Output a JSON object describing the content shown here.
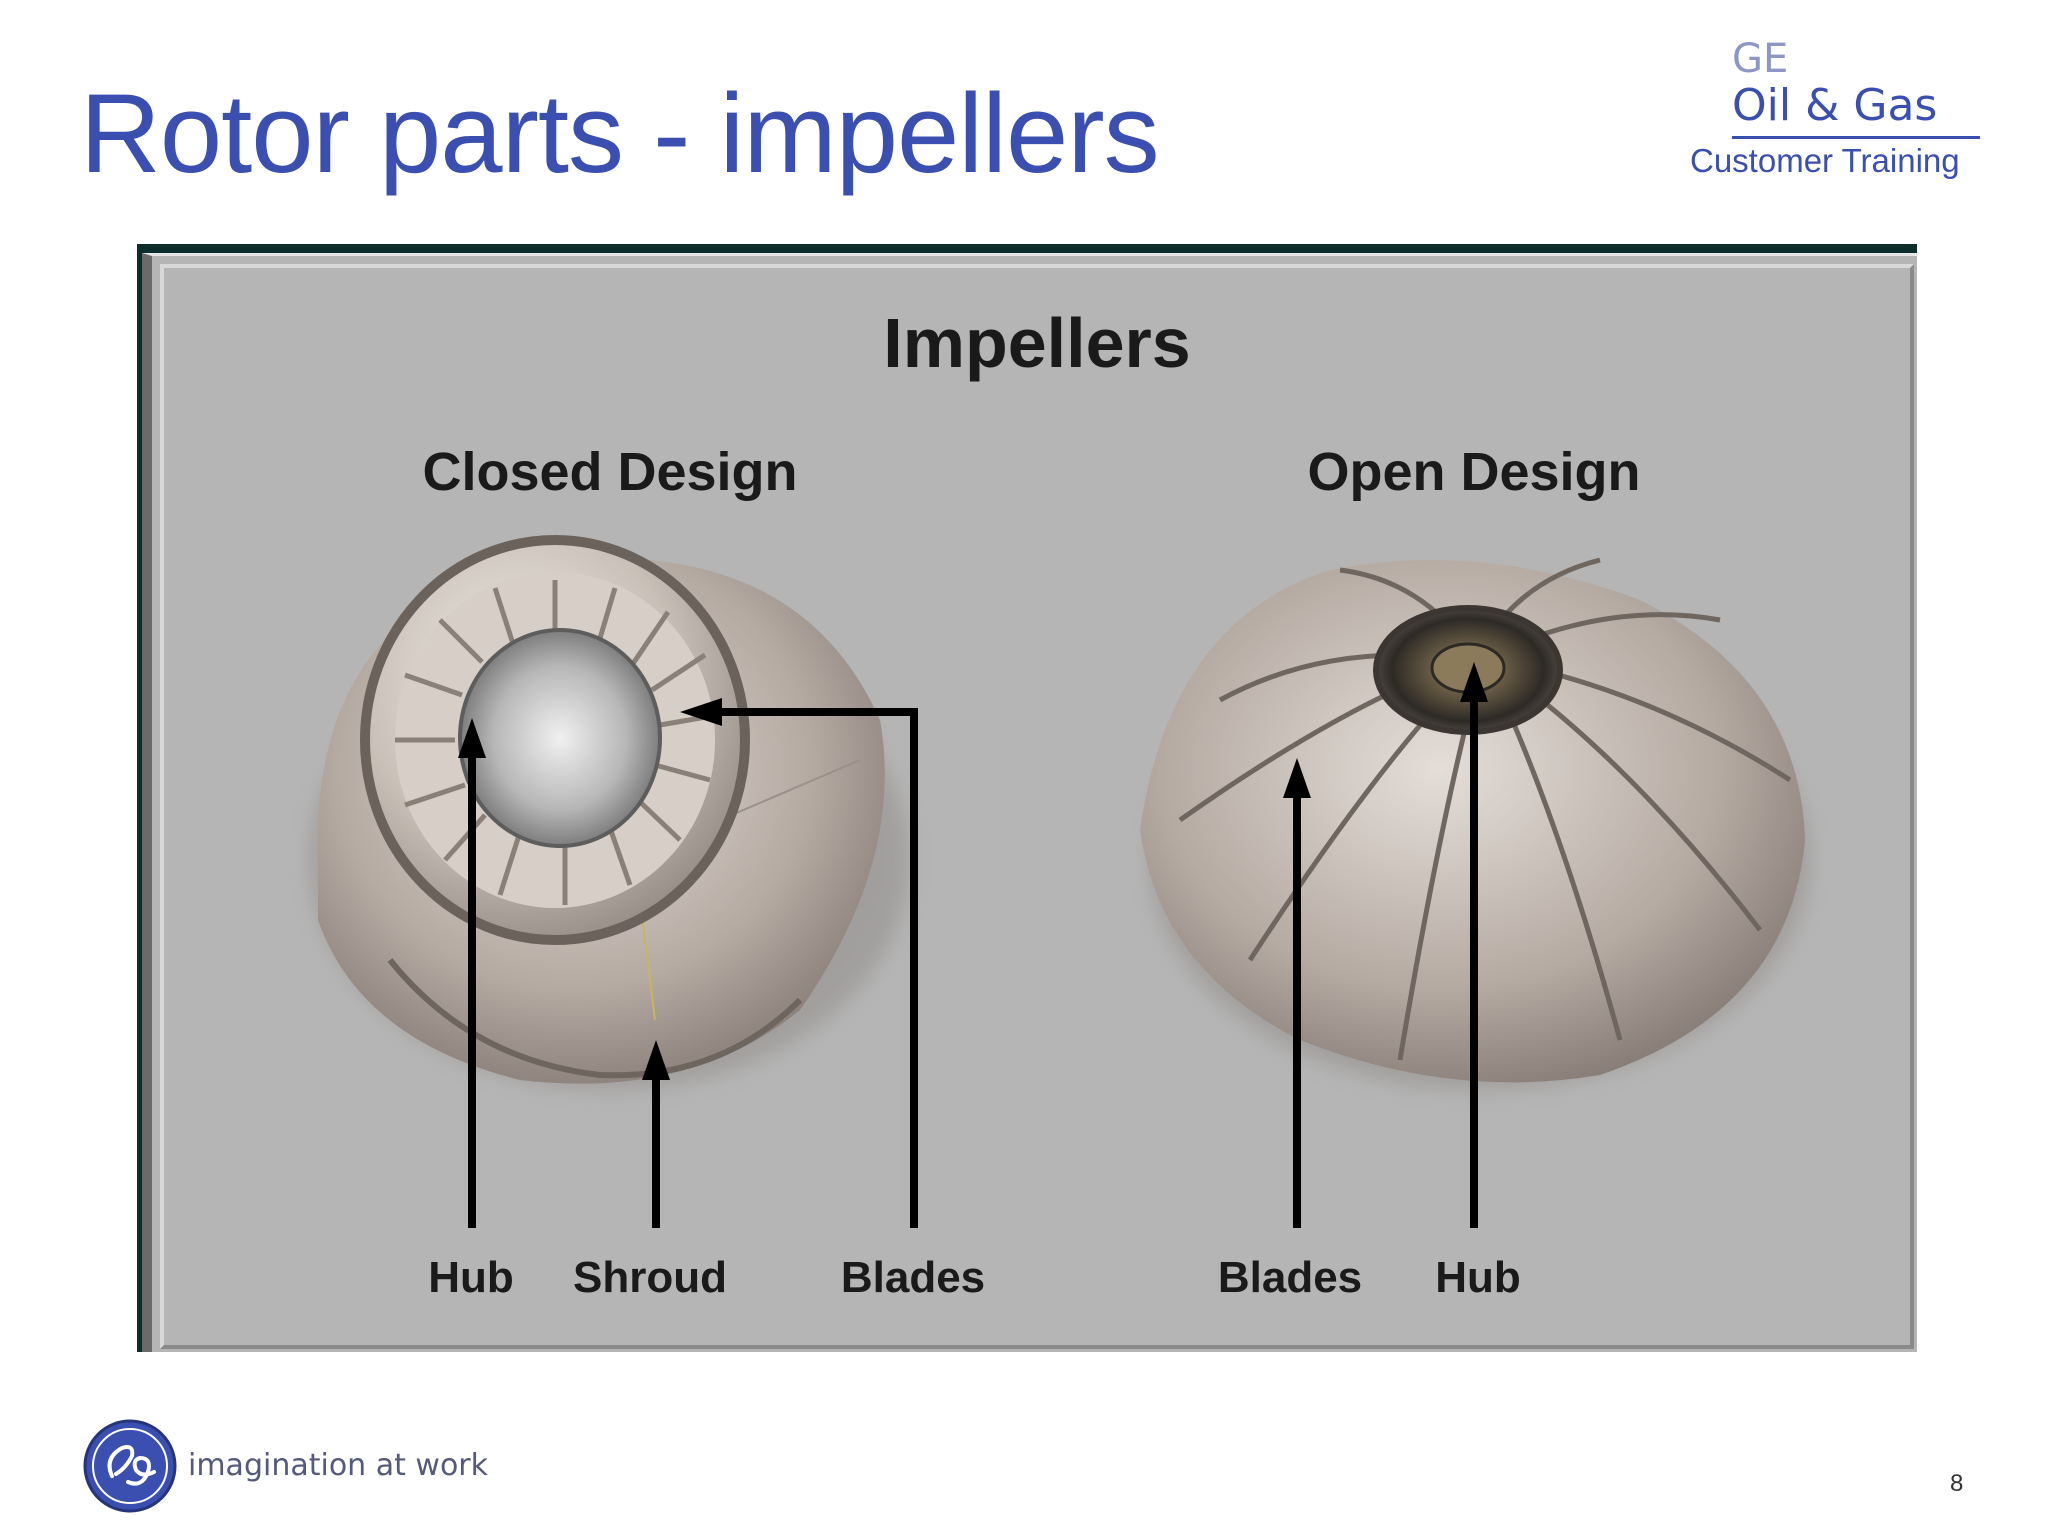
{
  "slide": {
    "title": "Rotor parts - impellers",
    "page_number": "8"
  },
  "branding": {
    "ge": "GE",
    "division": "Oil & Gas",
    "program": "Customer Training",
    "tagline": "imagination at work",
    "logo_icon": "ge-monogram-icon",
    "accent_color": "#3b4fb0"
  },
  "diagram": {
    "heading": "Impellers",
    "closed": {
      "title": "Closed Design",
      "labels": {
        "hub": "Hub",
        "shroud": "Shroud",
        "blades": "Blades"
      }
    },
    "open": {
      "title": "Open Design",
      "labels": {
        "blades": "Blades",
        "hub": "Hub"
      }
    }
  }
}
